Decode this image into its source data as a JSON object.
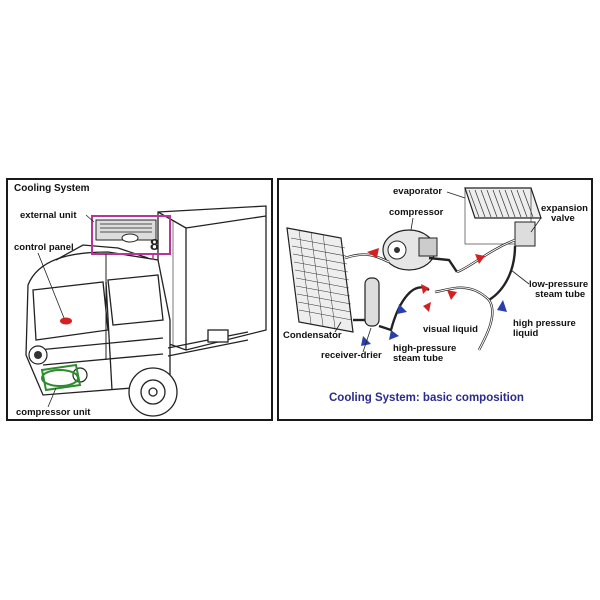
{
  "left": {
    "title": "Cooling System",
    "labels": {
      "external_unit": "external unit",
      "control_panel": "control panel",
      "compressor_unit": "compressor unit"
    }
  },
  "right": {
    "labels": {
      "evaporator": "evaporator",
      "compressor": "compressor",
      "expansion_valve_1": "expansion",
      "expansion_valve_2": "valve",
      "low_pressure_1": "low-pressure",
      "low_pressure_2": "steam tube",
      "condensator": "Condensator",
      "visual_liquid": "visual liquid",
      "high_pressure_liquid_1": "high pressure",
      "high_pressure_liquid_2": "liquid",
      "high_pressure_steam_1": "high-pressure",
      "high_pressure_steam_2": "steam tube",
      "receiver_drier": "receiver-drier"
    },
    "caption": "Cooling System: basic composition"
  },
  "colors": {
    "highlight_magenta": "#b8339a",
    "highlight_green": "#2e8b2e",
    "arrow_red": "#d42020",
    "arrow_blue": "#2a3fa8",
    "caption": "#2b2b8c"
  }
}
